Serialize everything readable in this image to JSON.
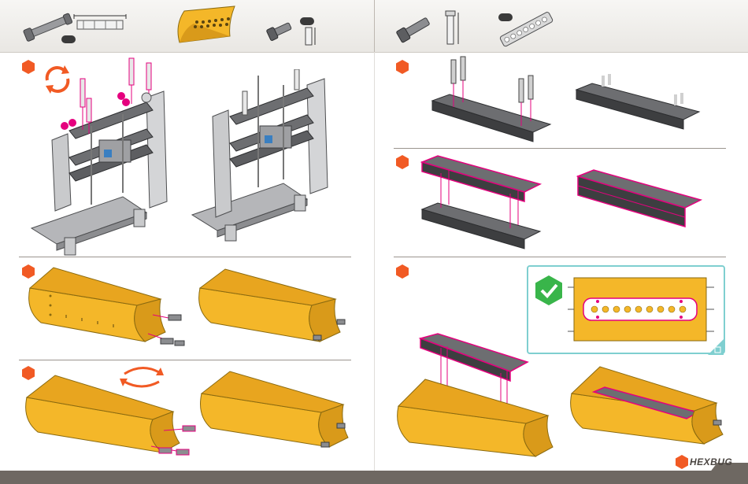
{
  "brand": {
    "name": "HEXBUG"
  },
  "colors": {
    "accent_orange": "#f15a24",
    "highlight_pink": "#e5007e",
    "part_yellow": "#f4b729",
    "check_green": "#39b54a",
    "frame_teal": "#7fcfd0",
    "part_gray": "#6d6e71",
    "footer_gray": "#6e6862"
  },
  "parts_bar": {
    "left": [
      {
        "icon": "long-axle-with-connector",
        "qty": ""
      },
      {
        "icon": "yellow-half-pipe-panel",
        "qty": ""
      },
      {
        "icon": "short-connector-pin",
        "qty": ""
      }
    ],
    "right": [
      {
        "icon": "connector-pin-pair",
        "qty": ""
      },
      {
        "icon": "gray-beam-plate",
        "qty": ""
      }
    ]
  },
  "steps": [
    {
      "label": "",
      "panel": "left-top"
    },
    {
      "label": "",
      "panel": "left-middle"
    },
    {
      "label": "",
      "panel": "left-bottom"
    },
    {
      "label": "",
      "panel": "right-top"
    },
    {
      "label": "",
      "panel": "right-middle"
    },
    {
      "label": "",
      "panel": "right-bottom"
    }
  ],
  "icons": {
    "rotate": "rotate-arrows-icon",
    "flip": "flip-arrows-icon",
    "check": "checkmark-icon",
    "cube": "cube-view-icon"
  }
}
